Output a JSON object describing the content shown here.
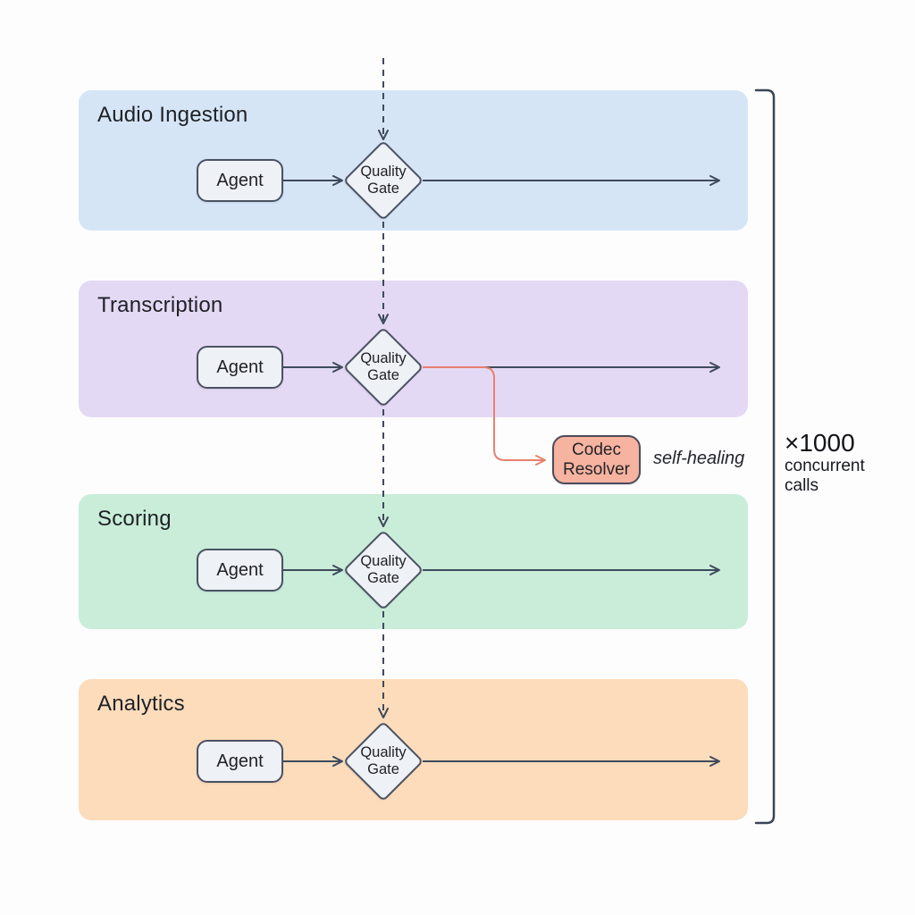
{
  "diagram": {
    "stages": [
      {
        "title": "Audio Ingestion",
        "agent_label": "Agent",
        "gate_label_line1": "Quality",
        "gate_label_line2": "Gate",
        "band_color": "#d6e5f6"
      },
      {
        "title": "Transcription",
        "agent_label": "Agent",
        "gate_label_line1": "Quality",
        "gate_label_line2": "Gate",
        "band_color": "#e4d9f4"
      },
      {
        "title": "Scoring",
        "agent_label": "Agent",
        "gate_label_line1": "Quality",
        "gate_label_line2": "Gate",
        "band_color": "#c9edd9"
      },
      {
        "title": "Analytics",
        "agent_label": "Agent",
        "gate_label_line1": "Quality",
        "gate_label_line2": "Gate",
        "band_color": "#fcdcbb"
      }
    ],
    "resolver": {
      "label_line1": "Codec",
      "label_line2": "Resolver",
      "annotation": "self-healing",
      "fill_color": "#f6b3a0",
      "arrow_color": "#e8806e"
    },
    "bracket_note": {
      "multiplier": "×1000",
      "line1": "concurrent",
      "line2": "calls"
    },
    "colors": {
      "flow_arrow": "#3e4a5c",
      "node_fill": "#eef1f5",
      "node_border": "#4a5263",
      "bracket": "#3a4556"
    }
  }
}
